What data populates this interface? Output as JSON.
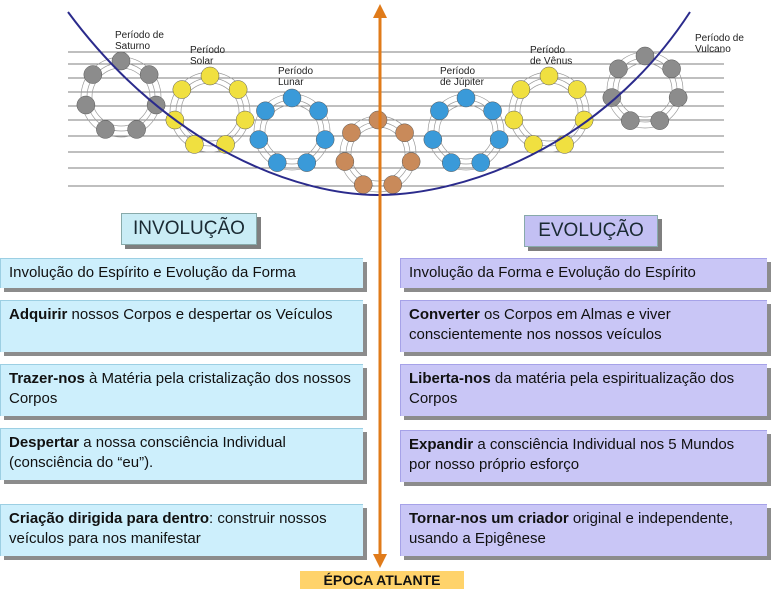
{
  "periods": [
    {
      "id": "saturno",
      "lines": [
        "Período de",
        "Saturno"
      ]
    },
    {
      "id": "solar",
      "lines": [
        "Período",
        "Solar"
      ]
    },
    {
      "id": "lunar",
      "lines": [
        "Período",
        "Lunar"
      ]
    },
    {
      "id": "jupiter",
      "lines": [
        "Período",
        "de Júpiter"
      ]
    },
    {
      "id": "venus",
      "lines": [
        "Período",
        "de Vênus"
      ]
    },
    {
      "id": "vulcano",
      "lines": [
        "Período de",
        "Vulcano"
      ]
    }
  ],
  "colors": {
    "gray": "#8c8c8c",
    "yellow": "#f0e040",
    "blue": "#3a9ad9",
    "brown": "#c98a5a",
    "curve": "#2b2b8c",
    "axis": "#e07b1a"
  },
  "left_title": "INVOLUÇÃO",
  "right_title": "EVOLUÇÃO",
  "left_cards": [
    {
      "bold": "",
      "text": "Involução do Espírito e Evolução da Forma"
    },
    {
      "bold": "Adquirir",
      "text": " nossos Corpos e despertar os Veículos"
    },
    {
      "bold": "Trazer-nos",
      "text": " à Matéria pela cristalização dos nossos Corpos"
    },
    {
      "bold": "Despertar",
      "text": " a nossa consciência Individual (consciência do “eu”)."
    },
    {
      "bold": "Criação dirigida para dentro",
      "text": ": construir nossos veículos para nos manifestar"
    }
  ],
  "right_cards": [
    {
      "bold": "",
      "text": "Involução da Forma e Evolução do Espírito"
    },
    {
      "bold": "Converter",
      "text": " os Corpos em Almas e viver conscientemente nos nossos veículos"
    },
    {
      "bold": "Liberta-nos",
      "text": " da matéria pela espiritualização dos Corpos"
    },
    {
      "bold": "Expandir",
      "text": " a consciência Individual nos 5 Mundos por nosso próprio esforço"
    },
    {
      "bold": "Tornar-nos um criador",
      "text": " original e independente, usando a Epigênese"
    }
  ],
  "bottom_label": "ÉPOCA ATLANTE"
}
